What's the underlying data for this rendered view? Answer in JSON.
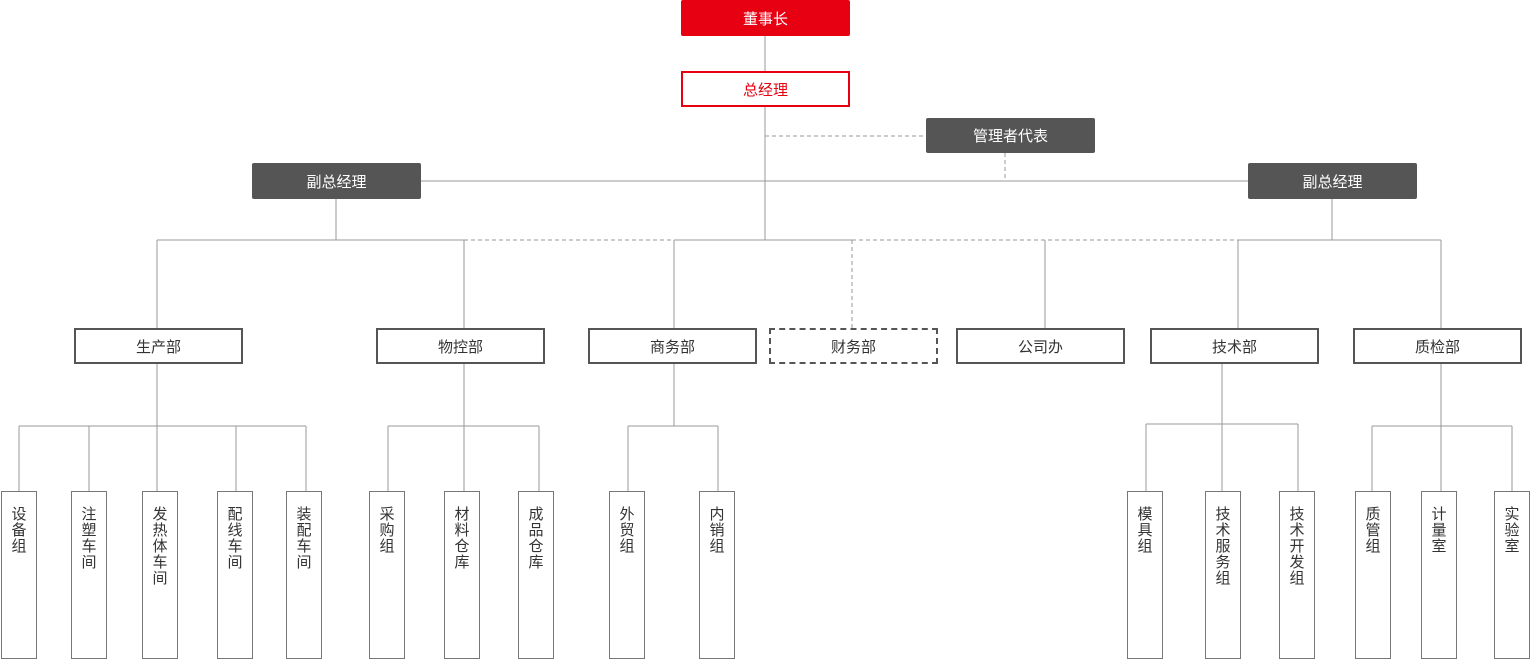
{
  "chairman": "董事长",
  "general_manager": "总经理",
  "management_rep": "管理者代表",
  "vice_gm_left": "副总经理",
  "vice_gm_right": "副总经理",
  "departments": {
    "production": "生产部",
    "logistics": "物控部",
    "commerce": "商务部",
    "finance": "财务部",
    "office": "公司办",
    "technology": "技术部",
    "quality": "质检部"
  },
  "teams": {
    "production": [
      "设备组",
      "注塑车间",
      "发热体车间",
      "配线车间",
      "装配车间"
    ],
    "logistics": [
      "采购组",
      "材料仓库",
      "成品仓库"
    ],
    "commerce": [
      "外贸组",
      "内销组"
    ],
    "technology": [
      "模具组",
      "技术服务组",
      "技术开发组"
    ],
    "quality": [
      "质管组",
      "计量室",
      "实验室"
    ]
  }
}
